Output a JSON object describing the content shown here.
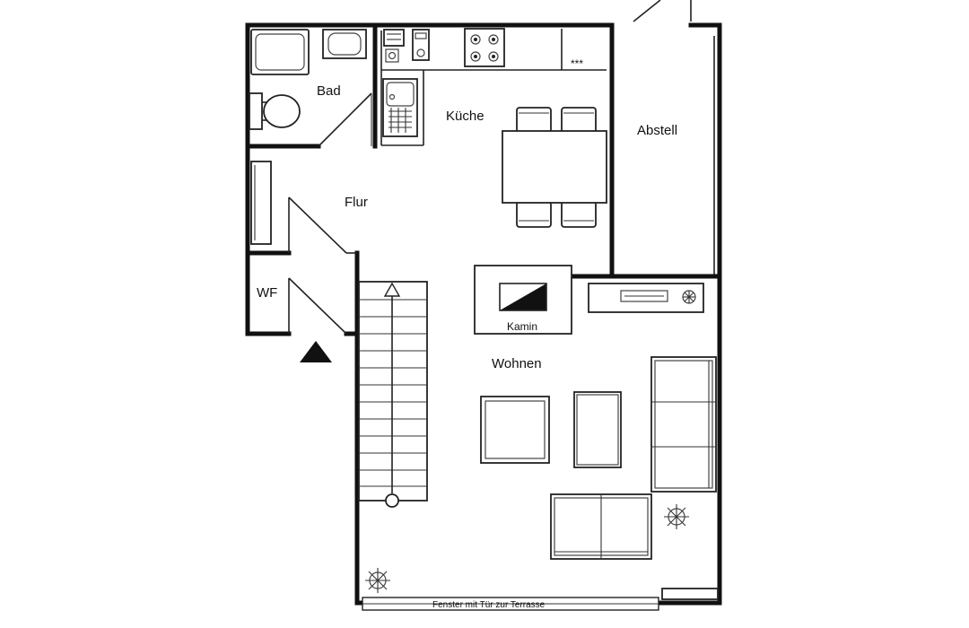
{
  "rooms": {
    "bad": "Bad",
    "kueche": "Küche",
    "abstell": "Abstell",
    "flur": "Flur",
    "wf": "WF",
    "kamin": "Kamin",
    "wohnen": "Wohnen"
  },
  "annotations": {
    "window_door": "Fenster mit Tür zur Terrasse",
    "counter_mark": "***"
  },
  "icons": [
    "stair-arrow-icon",
    "entrance-triangle-icon",
    "light-fixture-icon",
    "stove-burners-icon",
    "sink-icon"
  ],
  "colors": {
    "wall": "#111111",
    "background": "#ffffff"
  }
}
